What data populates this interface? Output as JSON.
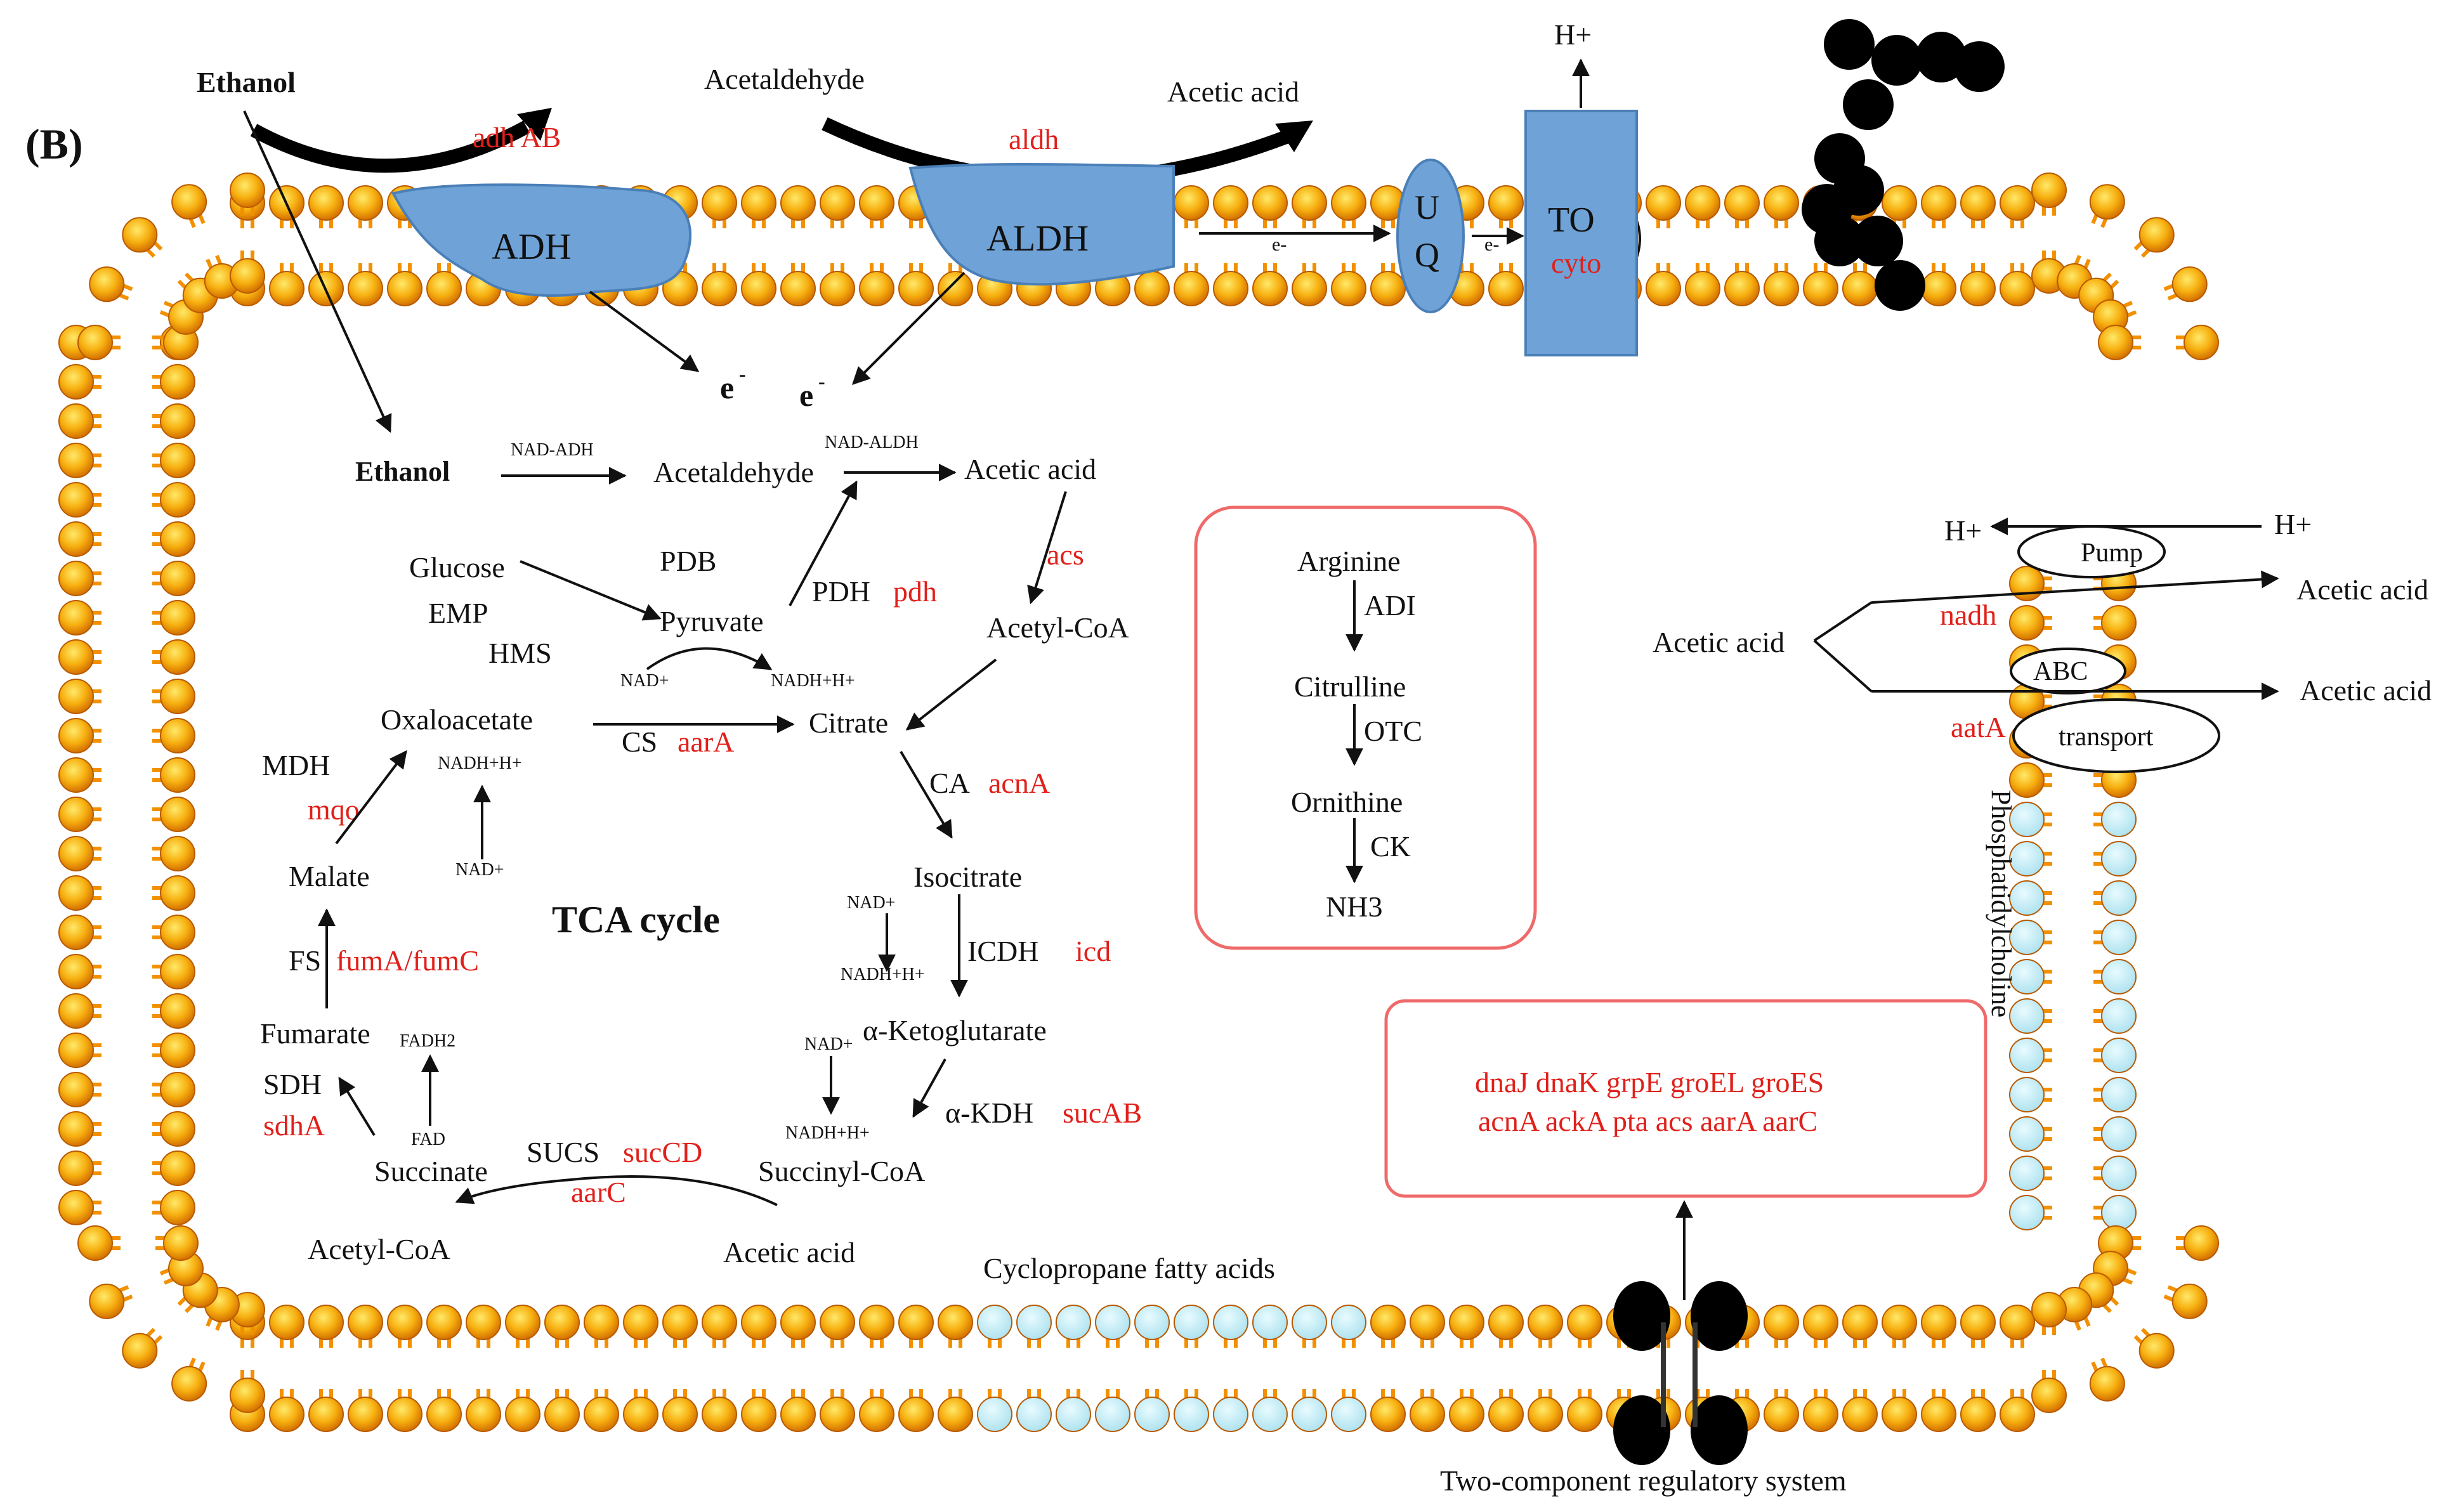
{
  "panel_label": "(B)",
  "outside": {
    "ethanol": "Ethanol",
    "acetaldehyde": "Acetaldehyde",
    "acetic_acid": "Acetic acid",
    "h_plus": "H+",
    "adh_gene": "adh AB",
    "aldh_gene": "aldh"
  },
  "enzymes": {
    "adh": "ADH",
    "aldh": "ALDH",
    "uq_u": "U",
    "uq_q": "Q",
    "to": "TO",
    "cyto": "cyto",
    "e_minus": "e-"
  },
  "electron": {
    "base": "e",
    "sup": "-"
  },
  "pathway": {
    "ethanol": "Ethanol",
    "nad_adh": "NAD-ADH",
    "acetaldehyde": "Acetaldehyde",
    "nad_aldh": "NAD-ALDH",
    "acetic_acid": "Acetic acid",
    "acs": "acs",
    "acetyl_coa": "Acetyl-CoA",
    "glucose": "Glucose",
    "emp": "EMP",
    "hms": "HMS",
    "pdb": "PDB",
    "pyruvate": "Pyruvate",
    "pdh": "PDH",
    "pdh_gene": "pdh",
    "nad_plus": "NAD+",
    "nadh_h": "NADH+H+"
  },
  "tca": {
    "title": "TCA cycle",
    "oxaloacetate": "Oxaloacetate",
    "cs": "CS",
    "cs_gene": "aarA",
    "citrate": "Citrate",
    "ca": "CA",
    "ca_gene": "acnA",
    "isocitrate": "Isocitrate",
    "icdh": "ICDH",
    "icdh_gene": "icd",
    "akg": "α-Ketoglutarate",
    "akdh": "α-KDH",
    "akdh_gene": "sucAB",
    "succinyl_coa": "Succinyl-CoA",
    "sucs": "SUCS",
    "sucs_gene": "sucCD",
    "aarc": "aarC",
    "succinate": "Succinate",
    "acetyl_coa": "Acetyl-CoA",
    "acetic_acid": "Acetic acid",
    "fad": "FAD",
    "fadh2": "FADH2",
    "sdh": "SDH",
    "sdh_gene": "sdhA",
    "fumarate": "Fumarate",
    "fs": "FS",
    "fs_gene": "fumA/fumC",
    "malate": "Malate",
    "mdh": "MDH",
    "mdh_gene": "mqo",
    "nad_plus": "NAD+",
    "nadh_h": "NADH+H+"
  },
  "adi": {
    "arginine": "Arginine",
    "adi": "ADI",
    "citrulline": "Citrulline",
    "otc": "OTC",
    "ornithine": "Ornithine",
    "ck": "CK",
    "nh3": "NH3"
  },
  "transport": {
    "h_in": "H+",
    "h_out": "H+",
    "pump": "Pump",
    "acetic_acid_in": "Acetic acid",
    "acetic_acid_out1": "Acetic acid",
    "acetic_acid_out2": "Acetic acid",
    "nadh": "nadh",
    "abc": "ABC",
    "transport": "transport",
    "aata": "aatA"
  },
  "regulation": {
    "genes_line1": "dnaJ dnaK grpE groEL groES",
    "genes_line2": "acnA ackA pta acs aarA aarC",
    "two_component": "Two-component regulatory system"
  },
  "membrane": {
    "phosphatidylcholine": "Phosphatidylcholine",
    "cyclopropane": "Cyclopropane fatty acids"
  },
  "colors": {
    "gene_red": "#e0201a",
    "enzyme_blue": "#6fa3d8",
    "lipid_orange": "#f4a20c",
    "lipid_cyan": "#bfeaf3",
    "box_red": "#ef6a6a"
  }
}
